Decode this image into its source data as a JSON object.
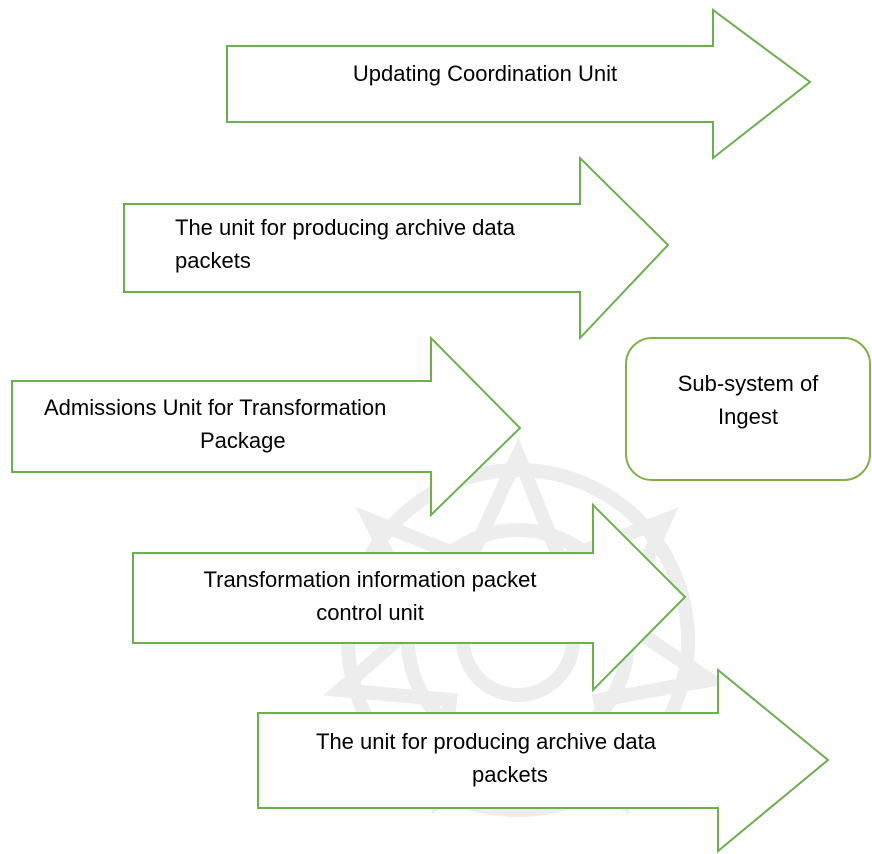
{
  "colors": {
    "arrow_border": "#6ab04c",
    "box_border": "#7cb342",
    "watermark": "#d9d9d9",
    "text": "#000000"
  },
  "arrows": [
    {
      "id": "updating-coordination-unit",
      "lines": [
        "Updating Coordination Unit"
      ]
    },
    {
      "id": "archive-data-packets-unit-1",
      "lines": [
        "The unit for producing archive data",
        "packets"
      ]
    },
    {
      "id": "admissions-unit",
      "lines": [
        "Admissions Unit for Transformation",
        "Package"
      ]
    },
    {
      "id": "transformation-packet-control-unit",
      "lines": [
        "Transformation information packet",
        "control unit"
      ]
    },
    {
      "id": "archive-data-packets-unit-2",
      "lines": [
        "The unit for producing archive data",
        "packets"
      ]
    }
  ],
  "subsystem_box": {
    "lines": [
      "Sub-system of",
      "Ingest"
    ]
  },
  "watermark_icon": "ornamental-star-watermark"
}
